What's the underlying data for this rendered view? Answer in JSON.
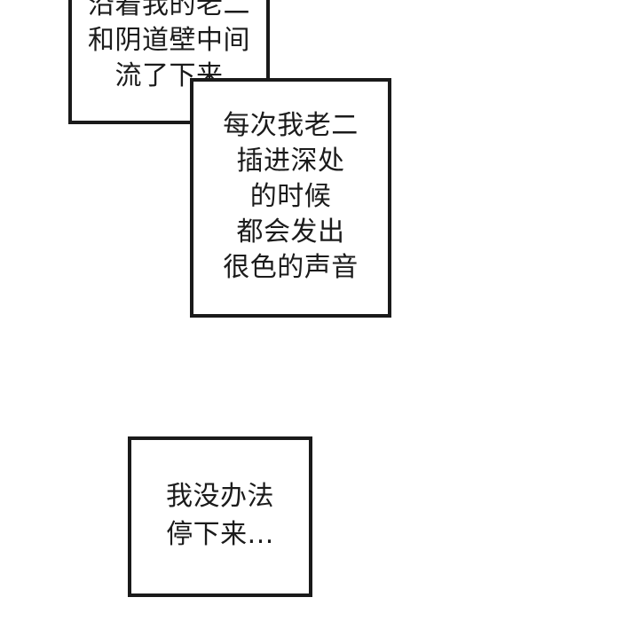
{
  "page": {
    "background_color": "#ffffff",
    "border_color": "#1a1a1a",
    "text_color": "#1b1b1b",
    "panel_count": 3
  },
  "panels": [
    {
      "id": "panel-1",
      "cropped_top": true,
      "text": "沿着我的老二\n和阴道壁中间\n流了下来",
      "lines": [
        "沿着我的老二",
        "和阴道壁中间",
        "流了下来"
      ]
    },
    {
      "id": "panel-2",
      "cropped_top": false,
      "text": "每次我老二\n插进深处\n的时候\n都会发出\n很色的声音",
      "lines": [
        "每次我老二",
        "插进深处",
        "的时候",
        "都会发出",
        "很色的声音"
      ]
    },
    {
      "id": "panel-3",
      "cropped_top": false,
      "text": "我没办法\n停下来...",
      "lines": [
        "我没办法",
        "停下来..."
      ]
    }
  ]
}
